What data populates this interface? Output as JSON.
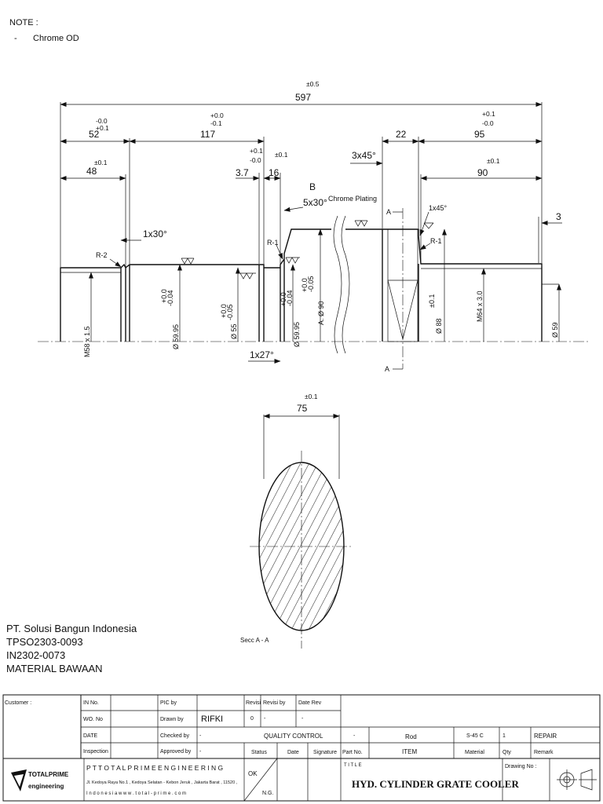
{
  "note": {
    "title": "NOTE :",
    "dash": "-",
    "item": "Chrome OD"
  },
  "dims": {
    "overall": "597",
    "overall_tol": "±0.5",
    "d52": "52",
    "d52_tol_upper": "-0.0",
    "d52_tol_lower": "+0.1",
    "d117": "117",
    "d117_tol_upper": "+0.0",
    "d117_tol_lower": "-0.1",
    "d48": "48",
    "d48_tol": "±0.1",
    "d3_7": "3.7",
    "d3_7_tol_upper": "+0.1",
    "d3_7_tol_lower": "-0.0",
    "d16": "16",
    "d16_tol": "±0.1",
    "d22": "22",
    "d95": "95",
    "d95_tol_upper": "+0.1",
    "d95_tol_lower": "-0.0",
    "d90": "90",
    "d90_tol": "±0.1",
    "d3": "3",
    "chamfer_3x45": "3x45°",
    "chamfer_1x30": "1x30°",
    "chamfer_5x30": "5x30°",
    "chamfer_1x45": "1x45°",
    "chamfer_1x27": "1x27°",
    "r2": "R-2",
    "r1_left": "R-1",
    "r1_right": "R-1",
    "b_label": "B",
    "chrome_plating": "Chrome Plating",
    "section_a_top": "A",
    "section_a_bottom": "A",
    "m58": "M58 x 1.5",
    "dia5995_a": "Ø 59.95",
    "dia5995_a_tol_upper": "+0.0",
    "dia5995_a_tol_lower": "-0.04",
    "dia55": "Ø 55",
    "dia55_tol_upper": "+0.0",
    "dia55_tol_lower": "-0.05",
    "dia5995_b": "Ø 59.95",
    "dia5995_b_tol_upper": "+0.0",
    "dia5995_b_tol_lower": "-0.04",
    "dia90": "A. Ø 90",
    "dia90_tol_upper": "+0.0",
    "dia90_tol_lower": "-0.05",
    "dia88": "Ø 88",
    "dia88_tol": "±0.1",
    "m64": "M64 x 3.0",
    "dia59": "Ø 59"
  },
  "section": {
    "width": "75",
    "width_tol": "±0.1",
    "label": "Secc A - A"
  },
  "customer_block": {
    "line1": "PT.  Solusi Bangun Indonesia",
    "line2": "TPSO2303-0093",
    "line3": "IN2302-0073",
    "line4": "MATERIAL BAWAAN"
  },
  "title_block": {
    "customer_label": "Customer :",
    "in_no": "IN No.",
    "wo_no": "WO. No",
    "date": "DATE",
    "inspection": "Inspection",
    "pic_by": "PIC by",
    "drawn_by": "Drawn by",
    "drawn_by_value": "RIFKI",
    "checked_by": "Checked by",
    "checked_by_value": "-",
    "approved_by": "Approved by",
    "approved_by_value": "-",
    "revisi": "Revisi",
    "revisi_by": "Revisi by",
    "date_rev": "Date Rev",
    "revisi_value": "0",
    "revisi_by_value": "-",
    "date_rev_value": "-",
    "quality_control": "QUALITY CONTROL",
    "status": "Status",
    "qc_date": "Date",
    "signature": "Signature",
    "ok": "OK",
    "ng": "N.G.",
    "part_no_value": "-",
    "item_value": "Rod",
    "material_value": "S-45 C",
    "qty_value": "1",
    "remark_value": "REPAIR",
    "part_no": "Part No.",
    "item": "ITEM",
    "material": "Material",
    "qty": "Qty",
    "remark": "Remark",
    "company": "P T  T O T A L  P R I M E  E N G I N E E R I N G",
    "address": "Jl. Kedoya Raya No.1 , Kedoya Selatan - Kebon Jeruk , Jakarta Barat , 11520 ,",
    "website": "I n d o n e s i a        w w w . t o t a l - p r i m e . c o m",
    "logo_line1": "TOTALPRIME",
    "logo_line2": "engineering",
    "title_label": "T I T L E",
    "title": "HYD. CYLINDER GRATE COOLER",
    "drawing_no_label": "Drawing  No :",
    "drawing_no_value": "-"
  }
}
